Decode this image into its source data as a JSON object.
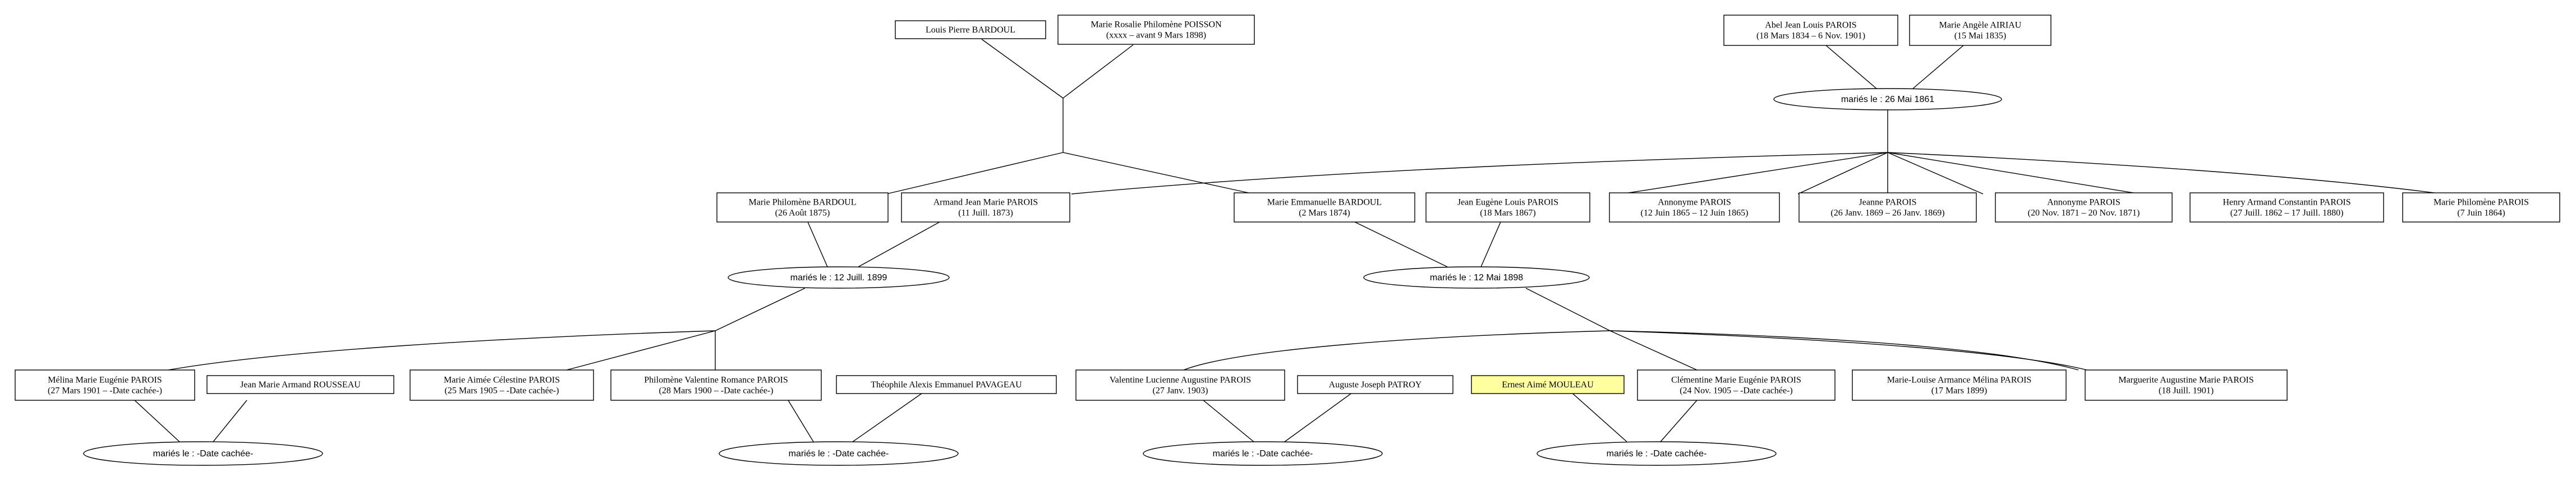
{
  "colors": {
    "highlight": "#ffffa0",
    "line": "#000000",
    "background": "#ffffff"
  },
  "persons": {
    "p_louis": {
      "lines": [
        "Louis Pierre BARDOUL"
      ]
    },
    "p_rosalie": {
      "lines": [
        "Marie Rosalie Philomène POISSON",
        "(xxxx – avant 9 Mars 1898)"
      ]
    },
    "p_abel": {
      "lines": [
        "Abel Jean Louis PAROIS",
        "(18 Mars 1834 – 6 Nov. 1901)"
      ]
    },
    "p_angele": {
      "lines": [
        "Marie Angèle AIRIAU",
        "(15 Mai 1835)"
      ]
    },
    "p_mphilomene_b": {
      "lines": [
        "Marie Philomène BARDOUL",
        "(26 Août 1875)"
      ]
    },
    "p_armand": {
      "lines": [
        "Armand Jean Marie PAROIS",
        "(11 Juill. 1873)"
      ]
    },
    "p_memmanuelle": {
      "lines": [
        "Marie Emmanuelle BARDOUL",
        "(2 Mars 1874)"
      ]
    },
    "p_jeaneugene": {
      "lines": [
        "Jean Eugène Louis PAROIS",
        "(18 Mars 1867)"
      ]
    },
    "p_annonyme1": {
      "lines": [
        "Annonyme PAROIS",
        "(12 Juin 1865 – 12 Juin 1865)"
      ]
    },
    "p_jeanne": {
      "lines": [
        "Jeanne PAROIS",
        "(26 Janv. 1869 – 26 Janv. 1869)"
      ]
    },
    "p_annonyme2": {
      "lines": [
        "Annonyme PAROIS",
        "(20 Nov. 1871 – 20 Nov. 1871)"
      ]
    },
    "p_henry": {
      "lines": [
        "Henry Armand Constantin PAROIS",
        "(27 Juill. 1862 – 17 Juill. 1880)"
      ]
    },
    "p_mphilomene_p": {
      "lines": [
        "Marie Philomène PAROIS",
        "(7 Juin 1864)"
      ]
    },
    "p_melina": {
      "lines": [
        "Mélina Marie Eugénie PAROIS",
        "(27 Mars 1901 – -Date cachée-)"
      ]
    },
    "p_jeanrousseau": {
      "lines": [
        "Jean Marie Armand ROUSSEAU"
      ]
    },
    "p_aimee": {
      "lines": [
        "Marie Aimée Célestine PAROIS",
        "(25 Mars 1905 – -Date cachée-)"
      ]
    },
    "p_philomene_v": {
      "lines": [
        "Philomène Valentine Romance PAROIS",
        "(28 Mars 1900 – -Date cachée-)"
      ]
    },
    "p_theophile": {
      "lines": [
        "Théophile Alexis Emmanuel PAVAGEAU"
      ]
    },
    "p_valentine": {
      "lines": [
        "Valentine Lucienne Augustine PAROIS",
        "(27 Janv. 1903)"
      ]
    },
    "p_auguste": {
      "lines": [
        "Auguste Joseph PATROY"
      ]
    },
    "p_ernest": {
      "lines": [
        "Ernest Aimé MOULEAU"
      ],
      "highlight": true
    },
    "p_clementine": {
      "lines": [
        "Clémentine Marie Eugénie PAROIS",
        "(24 Nov. 1905 – -Date cachée-)"
      ]
    },
    "p_marielouise": {
      "lines": [
        "Marie-Louise Armance Mélina PAROIS",
        "(17 Mars 1899)"
      ]
    },
    "p_marguerite": {
      "lines": [
        "Marguerite Augustine Marie PAROIS",
        "(18 Juill. 1901)"
      ]
    }
  },
  "unions": {
    "u_abel": {
      "label": "mariés le : 26 Mai 1861"
    },
    "u_armand": {
      "label": "mariés le : 12 Juill. 1899"
    },
    "u_jean": {
      "label": "mariés le : 12 Mai 1898"
    },
    "u_melina": {
      "label": "mariés le : -Date cachée-"
    },
    "u_philomene": {
      "label": "mariés le : -Date cachée-"
    },
    "u_valentine": {
      "label": "mariés le : -Date cachée-"
    },
    "u_clementine": {
      "label": "mariés le : -Date cachée-"
    }
  }
}
